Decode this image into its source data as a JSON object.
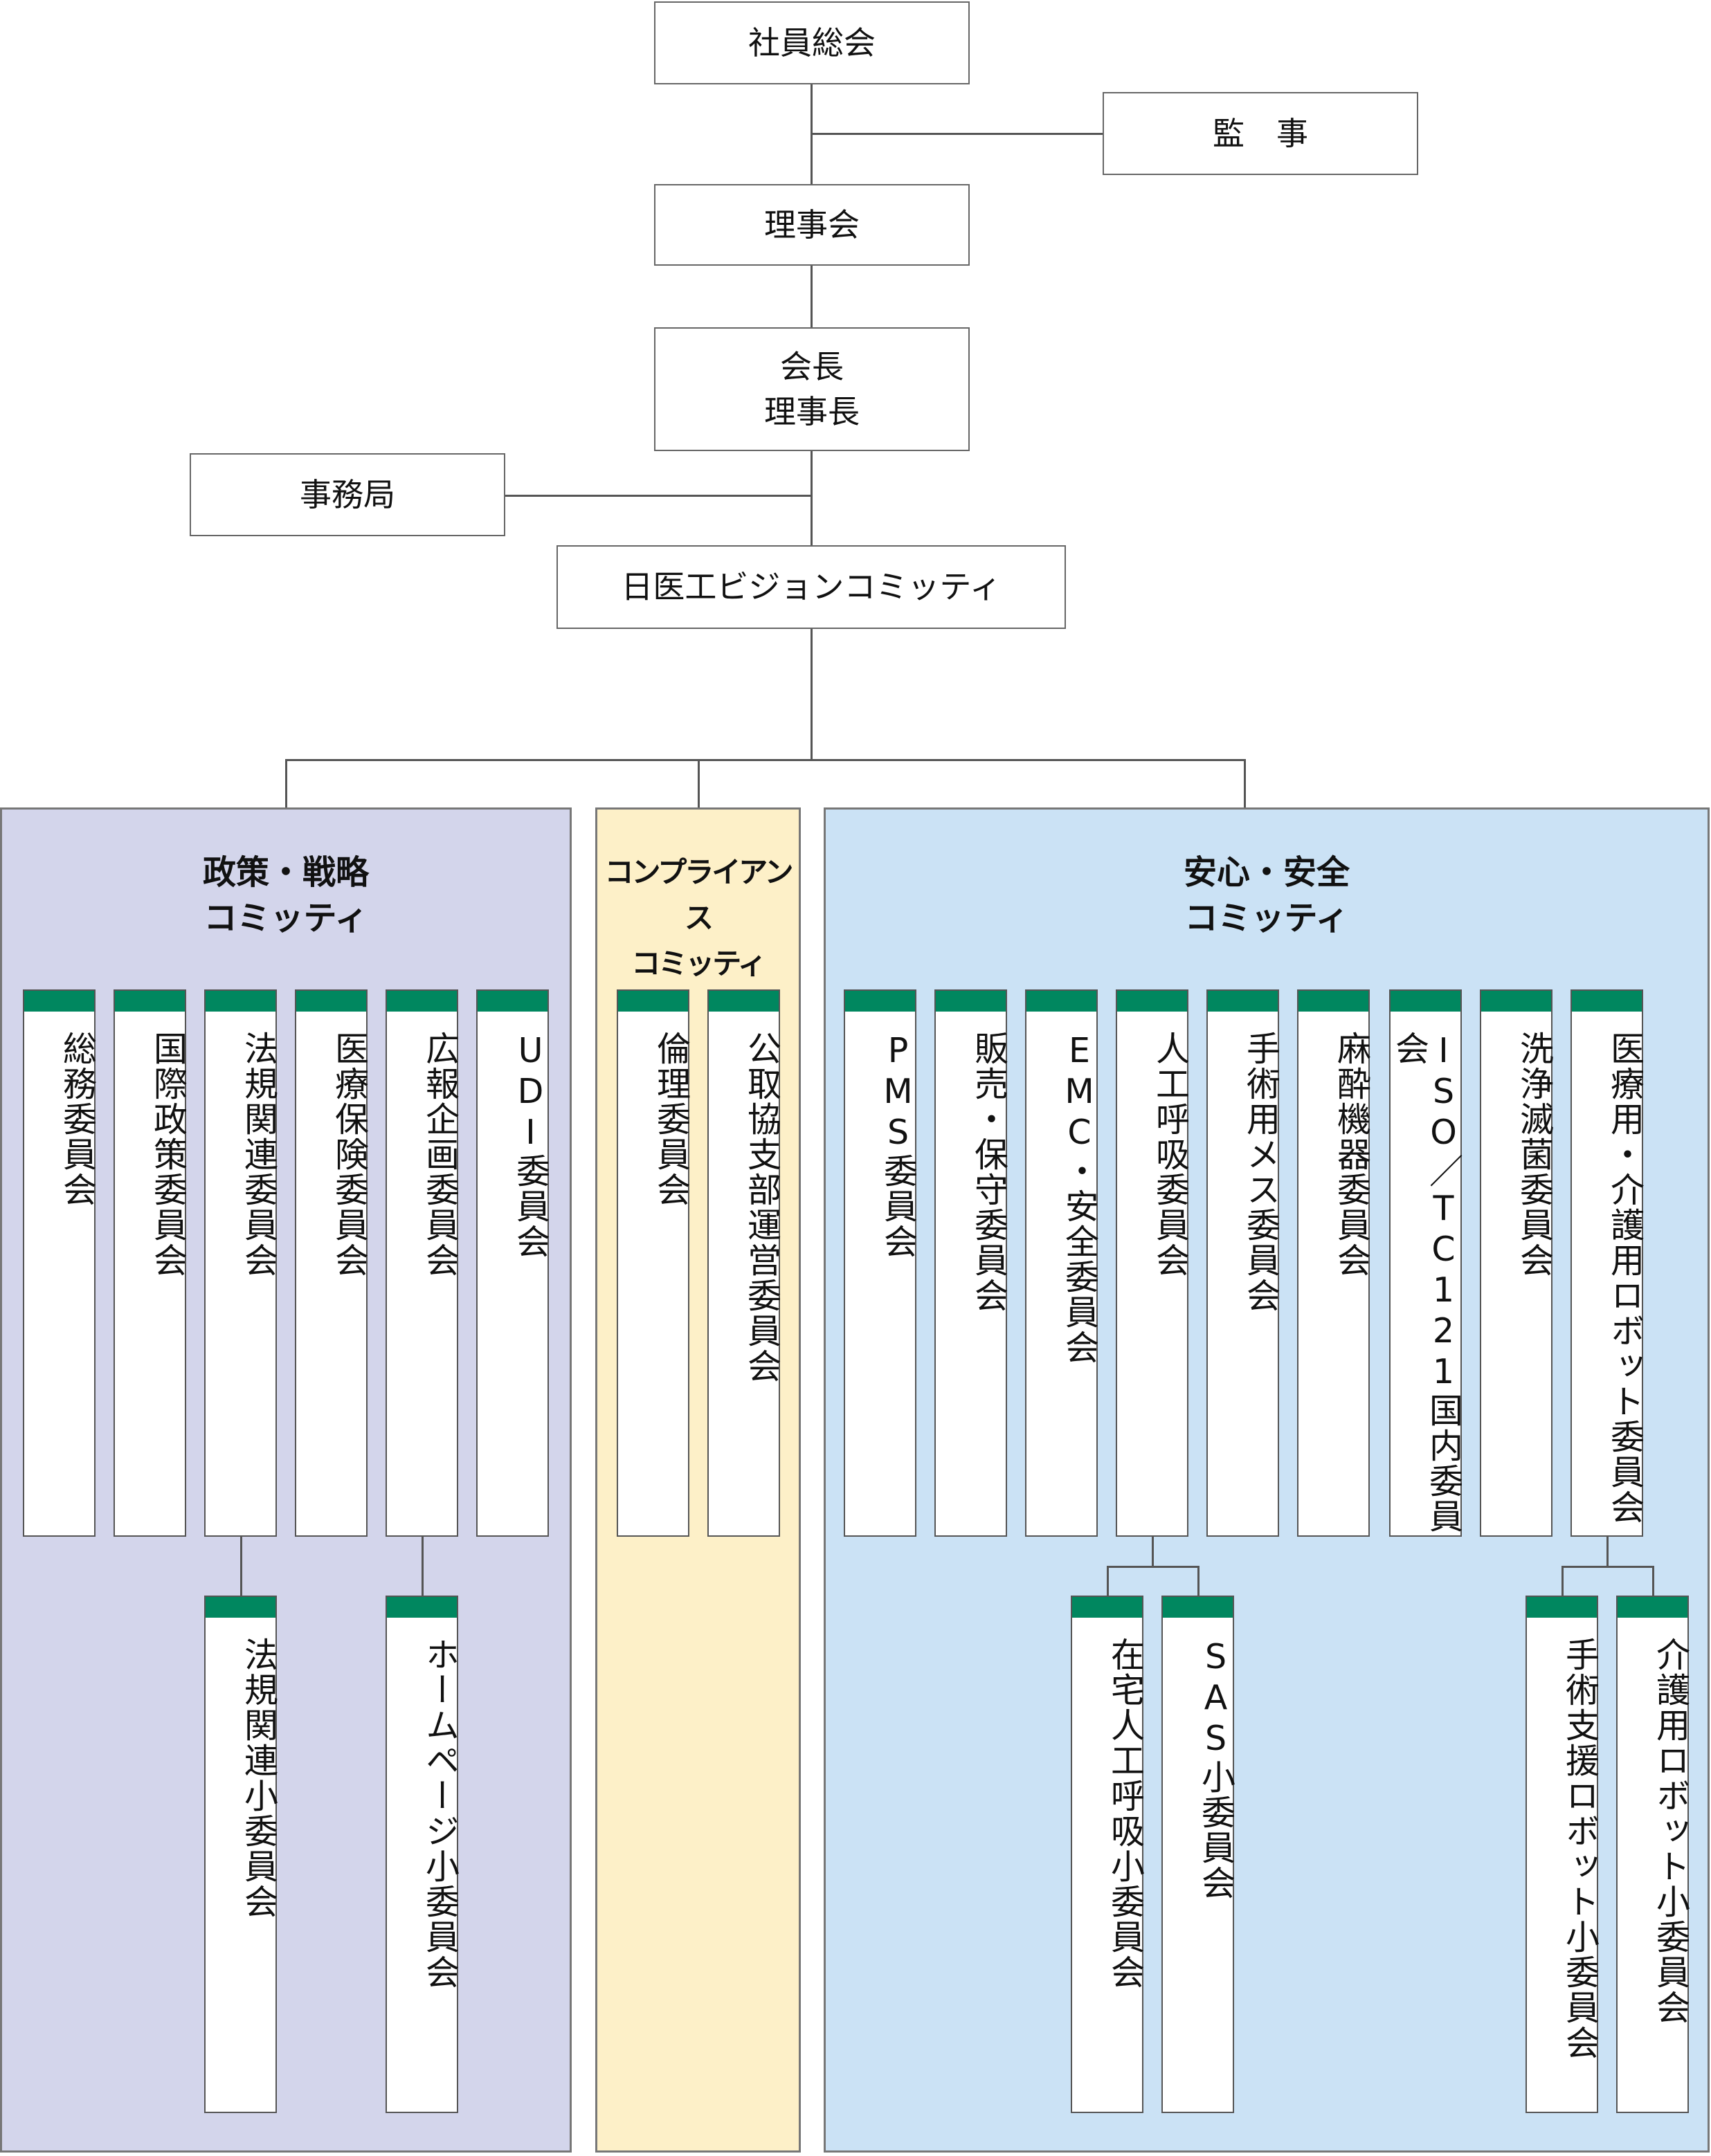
{
  "top": {
    "general_meeting": "社員総会",
    "auditor": "監　事",
    "board": "理事会",
    "chairman": "会長\n理事長",
    "secretariat": "事務局",
    "vision_committee": "日医工ビジョンコミッティ"
  },
  "colors": {
    "green": "#00875f",
    "policy_bg": "#d3d5eb",
    "compliance_bg": "#fdf0c8",
    "safety_bg": "#cbe2f5"
  },
  "panels": [
    {
      "title": "政策・戦略\nコミッティ",
      "committees": [
        "総務委員会",
        "国際政策委員会",
        "法規関連委員会",
        "医療保険委員会",
        "広報企画委員会",
        "UDI委員会"
      ],
      "subcommittees": [
        "法規関連小委員会",
        "ホームページ小委員会"
      ]
    },
    {
      "title": "コンプライアンス\nコミッティ",
      "committees": [
        "倫理委員会",
        "公取協支部運営委員会"
      ],
      "subcommittees": []
    },
    {
      "title": "安心・安全\nコミッティ",
      "committees": [
        "PMS委員会",
        "販売・保守委員会",
        "EMC・安全委員会",
        "人工呼吸委員会",
        "手術用メス委員会",
        "麻酔機器委員会",
        "ISO／TC121国内委員会",
        "洗浄滅菌委員会",
        "医療用・介護用ロボット委員会"
      ],
      "subcommittees": [
        "在宅人工呼吸小委員会",
        "SAS小委員会",
        "手術支援ロボット小委員会",
        "介護用ロボット小委員会"
      ]
    }
  ]
}
